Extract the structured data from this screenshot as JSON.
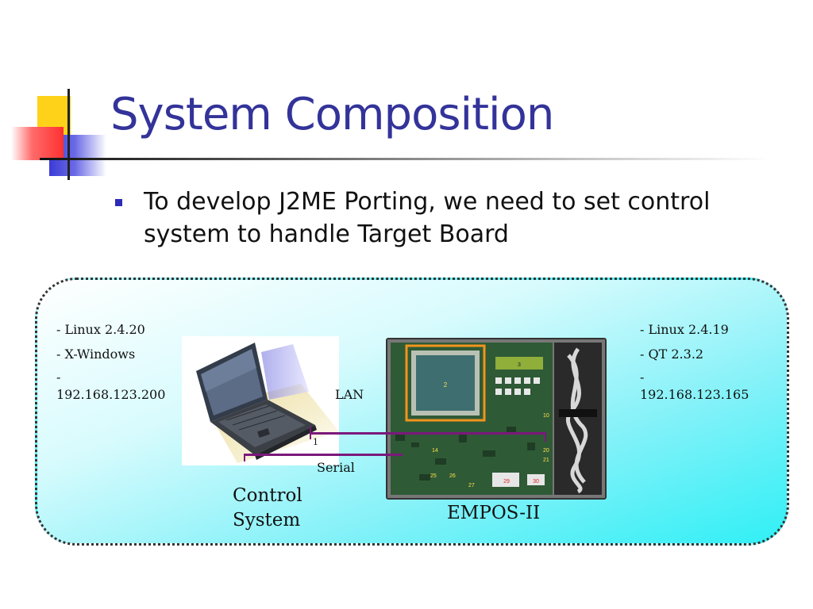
{
  "slide": {
    "title": "System Composition",
    "bullet_text": "To develop J2ME Porting, we need to set control system to handle Target Board"
  },
  "diagram": {
    "host_specs": [
      "- Linux 2.4.20",
      "- X-Windows",
      "-",
      "192.168.123.200"
    ],
    "target_specs": [
      "- Linux 2.4.19",
      "- QT 2.3.2",
      "-",
      "192.168.123.165"
    ],
    "lan_label": "LAN",
    "serial_label": "Serial",
    "connector_mark": "1",
    "host_caption_line1": "Control",
    "host_caption_line2": "System",
    "target_caption": "EMPOS-II",
    "board_labels": [
      "2",
      "3",
      "10",
      "14",
      "20",
      "21",
      "25",
      "26",
      "27",
      "29",
      "30"
    ]
  },
  "colors": {
    "title": "#33339a",
    "wire": "#7b187b",
    "bullet": "#2b2bb8",
    "panel_gradient_end": "#2ff0f6"
  },
  "icons": [
    "laptop-image",
    "target-board-image",
    "cable-bundle-image"
  ]
}
